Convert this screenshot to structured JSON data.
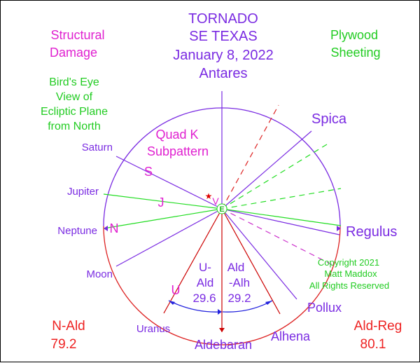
{
  "title": {
    "line1": "TORNADO",
    "line2": "SE TEXAS",
    "line3": "January 8, 2022",
    "line4": "Antares"
  },
  "left_note": {
    "line1": "Structural",
    "line2": "Damage"
  },
  "right_note": {
    "line1": "Plywood",
    "line2": "Sheeting"
  },
  "view_note": {
    "line1": "Bird's Eye",
    "line2": "View of",
    "line3": "Ecliptic Plane",
    "line4": "from North"
  },
  "pattern_label": {
    "line1": "Quad K",
    "line2": "Subpattern"
  },
  "bodies": {
    "saturn": "Saturn",
    "jupiter": "Jupiter",
    "neptune": "Neptune",
    "moon": "Moon",
    "uranus": "Uranus",
    "aldebaran": "Aldebaran",
    "alhena": "Alhena",
    "pollux": "Pollux",
    "regulus": "Regulus",
    "spica": "Spica"
  },
  "markers": {
    "s": "S",
    "j": "J",
    "n": "N",
    "u": "U",
    "v": "V",
    "e": "E"
  },
  "arcs": {
    "u_ald": {
      "line1": "U-",
      "line2": "Ald",
      "value": "29.6"
    },
    "ald_alh": {
      "line1": "Ald",
      "line2": "-Alh",
      "value": "29.2"
    }
  },
  "n_ald": {
    "label": "N-Ald",
    "value": "79.2"
  },
  "ald_reg": {
    "label": "Ald-Reg",
    "value": "80.1"
  },
  "copyright": {
    "line1": "Copyright 2021",
    "line2": "Matt Maddox",
    "line3": "All Rights Reserved"
  },
  "colors": {
    "purple": "#7a2be2",
    "magenta": "#e020d0",
    "green": "#22dd22",
    "red": "#ee2222",
    "blue": "#2222dd",
    "dark_red": "#cc0000"
  }
}
